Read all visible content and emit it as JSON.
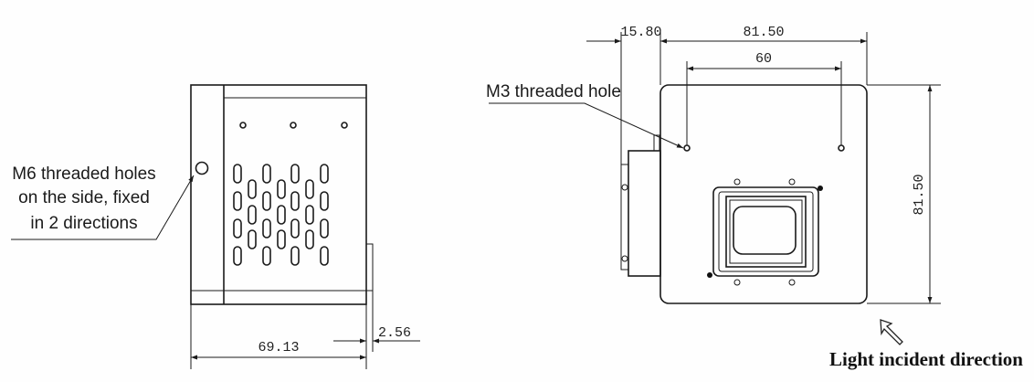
{
  "side_view": {
    "callout_lines": [
      "M6 threaded holes",
      "on the side, fixed",
      "in 2 directions"
    ],
    "width_dim": "69.13",
    "offset_dim": "2.56"
  },
  "front_view": {
    "callout": "M3 threaded hole",
    "offset_dim": "15.80",
    "width_dim": "81.50",
    "hole_spacing_dim": "60",
    "height_dim": "81.50"
  },
  "light_label": "Light incident direction",
  "icons": {
    "light_arrow": "arrow-up-left-outline-icon"
  }
}
